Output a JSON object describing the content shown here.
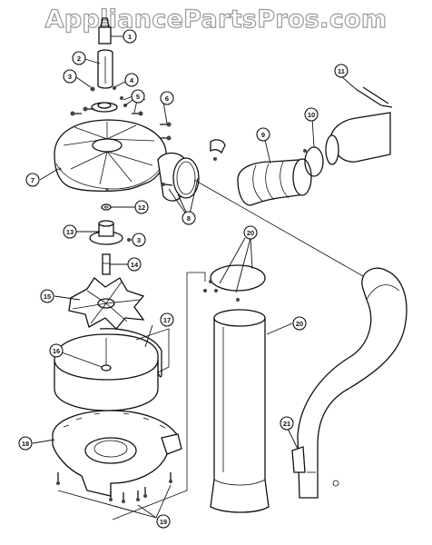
{
  "watermark": "AppliancePartsPros.com",
  "callouts": [
    {
      "id": "c1",
      "label": "1"
    },
    {
      "id": "c2",
      "label": "2"
    },
    {
      "id": "c3a",
      "label": "3"
    },
    {
      "id": "c4",
      "label": "4"
    },
    {
      "id": "c5",
      "label": "5"
    },
    {
      "id": "c6",
      "label": "6"
    },
    {
      "id": "c7",
      "label": "7"
    },
    {
      "id": "c8",
      "label": "8"
    },
    {
      "id": "c9",
      "label": "9"
    },
    {
      "id": "c10",
      "label": "10"
    },
    {
      "id": "c11",
      "label": "11"
    },
    {
      "id": "c12",
      "label": "12"
    },
    {
      "id": "c13",
      "label": "13"
    },
    {
      "id": "c3b",
      "label": "3"
    },
    {
      "id": "c14",
      "label": "14"
    },
    {
      "id": "c15",
      "label": "15"
    },
    {
      "id": "c16",
      "label": "16"
    },
    {
      "id": "c17",
      "label": "17"
    },
    {
      "id": "c18",
      "label": "18"
    },
    {
      "id": "c19",
      "label": "19"
    },
    {
      "id": "c20a",
      "label": "20"
    },
    {
      "id": "c20b",
      "label": "20"
    },
    {
      "id": "c21",
      "label": "21"
    }
  ]
}
